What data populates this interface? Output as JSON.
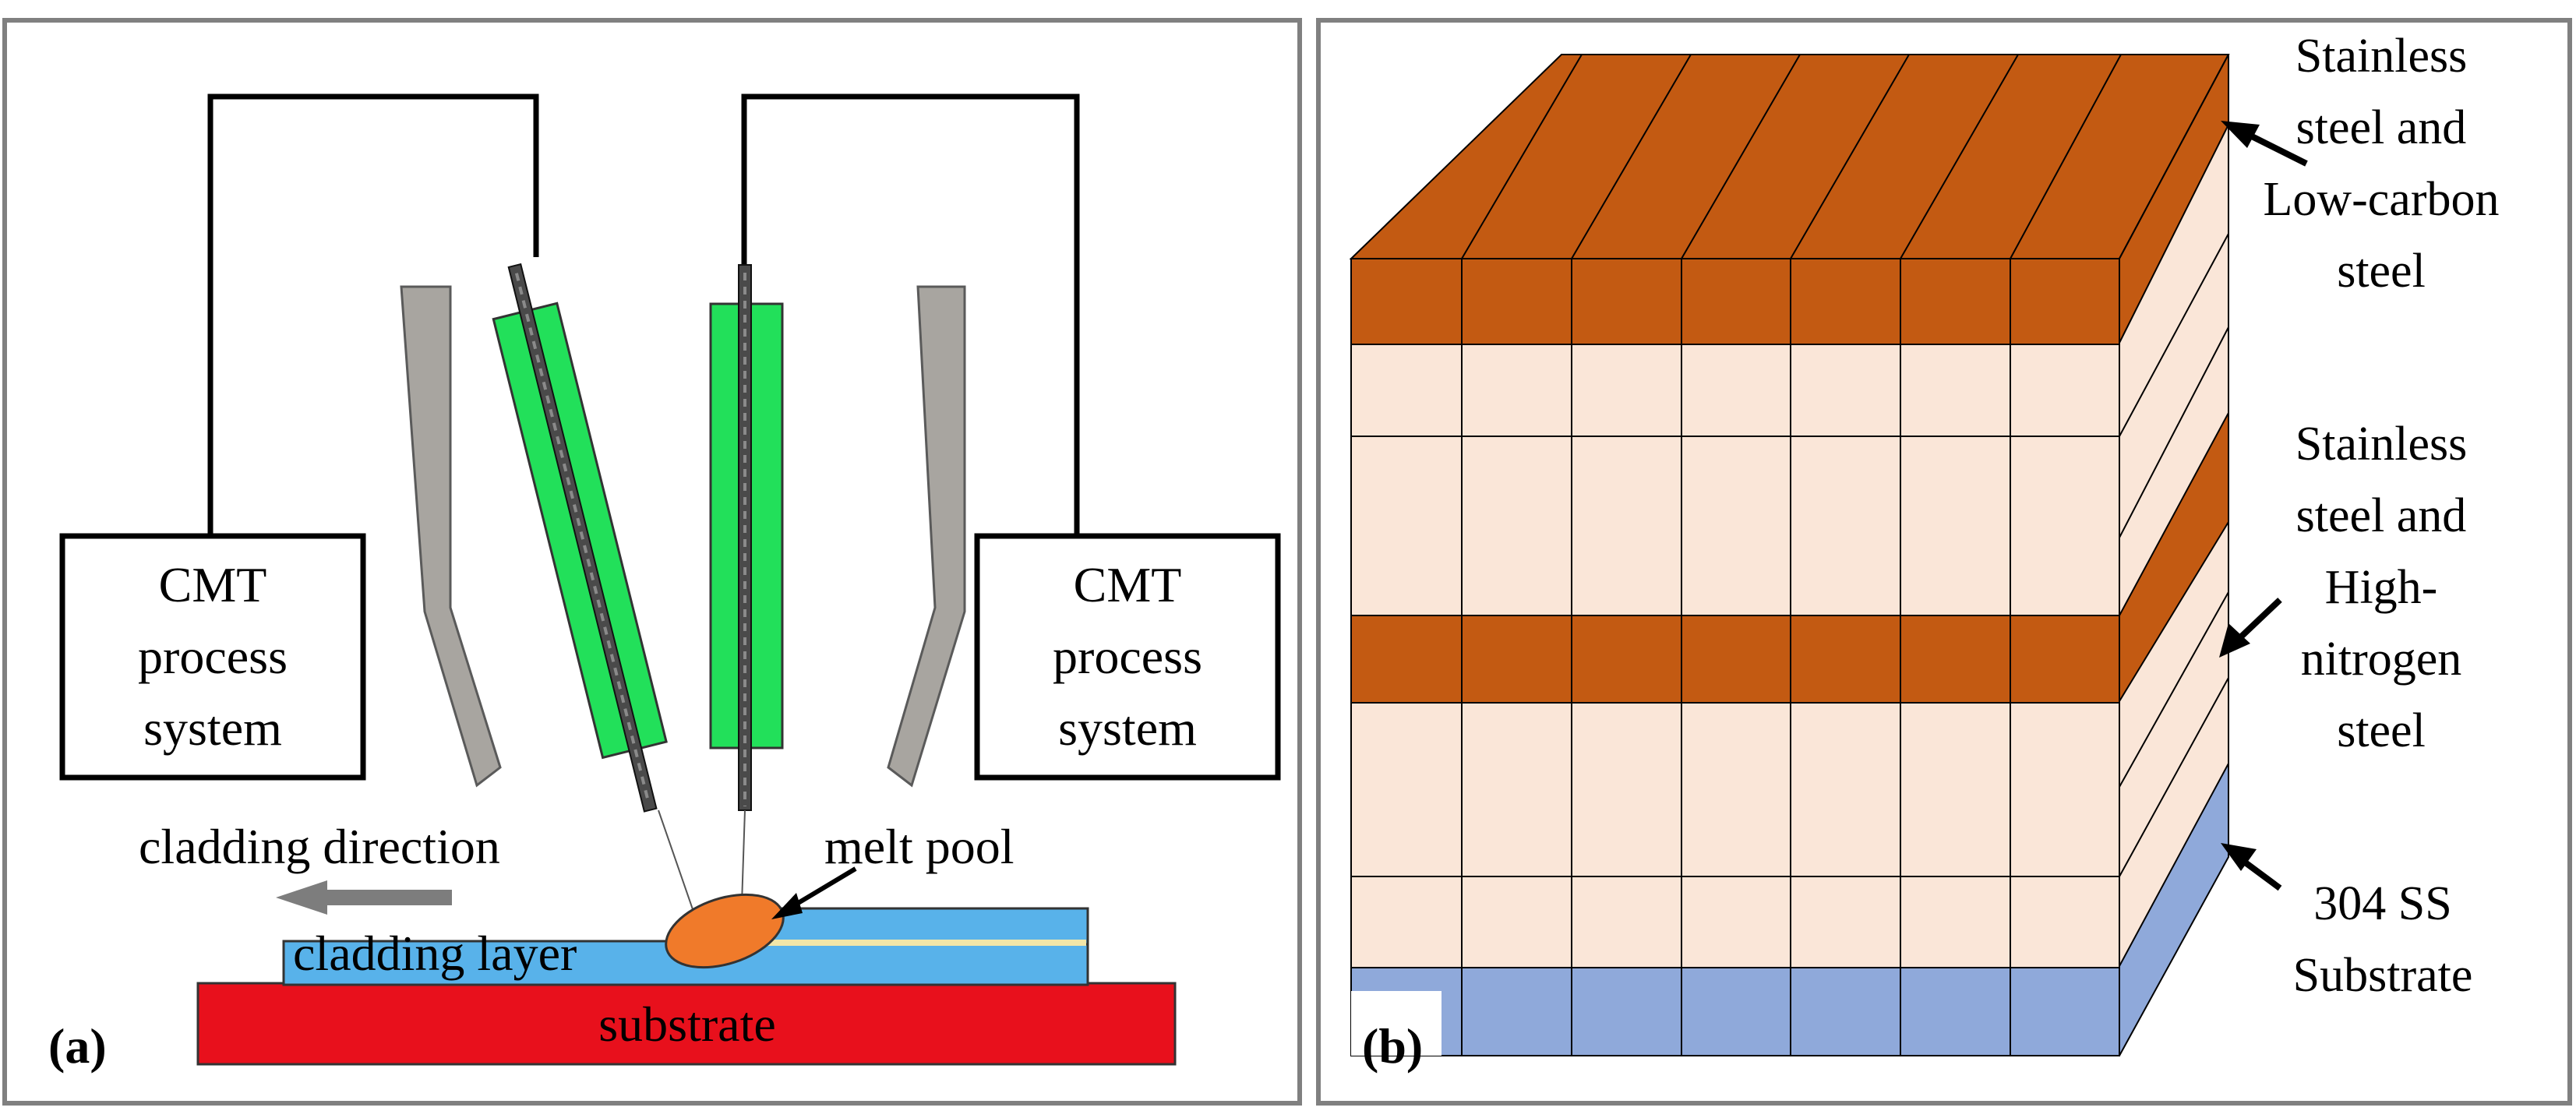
{
  "panel_a": {
    "label": "(a)",
    "cmt_left": [
      "CMT",
      "process",
      "system"
    ],
    "cmt_right": [
      "CMT",
      "process",
      "system"
    ],
    "cladding_direction": "cladding direction",
    "melt_pool": "melt pool",
    "cladding_layer": "cladding layer",
    "substrate": "substrate"
  },
  "panel_b": {
    "label": "(b)",
    "callout_top": [
      "Stainless",
      "steel and",
      "Low-carbon",
      "steel"
    ],
    "callout_mid": [
      "Stainless",
      "steel and",
      "High-",
      "nitrogen",
      "steel"
    ],
    "callout_bottom": [
      "304 SS",
      "Substrate"
    ]
  },
  "colors": {
    "torch_green": "#22e05a",
    "nozzle_gray": "#a8a5a0",
    "layer_blue": "#58b2ea",
    "substrate_red": "#e8101c",
    "melt_orange": "#f07a2a",
    "arrow_gray": "#7d7d7d",
    "steel_brown": "#c35a12",
    "light_layer": "#fae6d8",
    "base_blue": "#8fa9da"
  }
}
